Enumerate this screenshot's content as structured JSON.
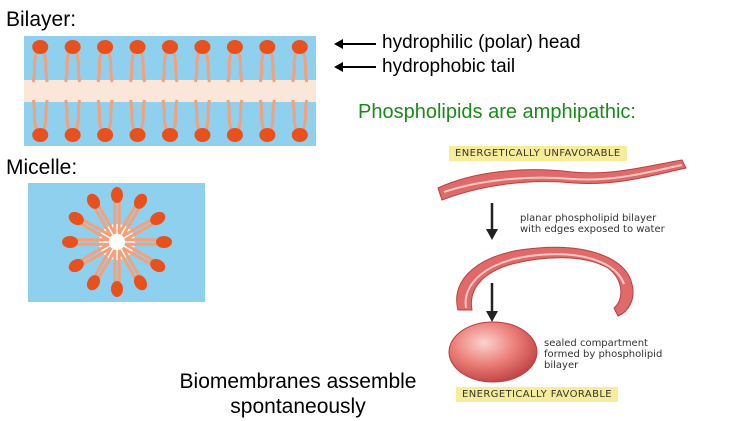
{
  "labels": {
    "bilayer": "Bilayer:",
    "micelle": "Micelle:",
    "hydrophilic_head": "hydrophilic (polar) head",
    "hydrophobic_tail": "hydrophobic tail",
    "amphipathic_title": "Phospholipids are amphipathic:",
    "energetically_unfavorable": "ENERGETICALLY UNFAVORABLE",
    "energetically_favorable": "ENERGETICALLY FAVORABLE",
    "planar_note_line1": "planar phospholipid bilayer",
    "planar_note_line2": "with edges exposed to water",
    "sealed_note_line1": "sealed compartment",
    "sealed_note_line2": "formed by phospholipid",
    "sealed_note_line3": "bilayer",
    "caption_line1": "Biomembranes assemble",
    "caption_line2": "spontaneously"
  },
  "colors": {
    "water": "#8fd0ee",
    "head": "#e8501e",
    "tail": "#f4a07a",
    "membrane": "#e06a6a",
    "membrane_light": "#f6c9c4",
    "title_green": "#1a8a1a",
    "tag_yellow": "#f7ec9a"
  },
  "icons": [
    "arrow-left-icon",
    "arrow-down-icon"
  ]
}
